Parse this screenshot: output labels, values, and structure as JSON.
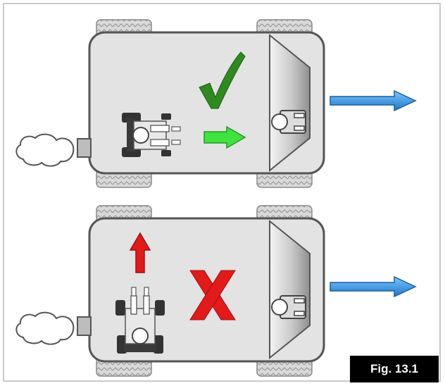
{
  "figure": {
    "label": "Fig. 13.1"
  },
  "panels": [
    {
      "id": "top",
      "verdict": "check-mark",
      "occupant_facing": "forward",
      "motion_arrow_color": "#3fe23f",
      "verdict_color": "#2e8a1f"
    },
    {
      "id": "bottom",
      "verdict": "cross-mark",
      "occupant_facing": "sideways",
      "motion_arrow_color": "#e21a1a",
      "verdict_color": "#e21a1a"
    }
  ],
  "colors": {
    "vehicle_body": "#e3e3e3",
    "vehicle_outline": "#555555",
    "direction_arrow": "#2f8fe0",
    "tire": "#d6d6d6"
  }
}
